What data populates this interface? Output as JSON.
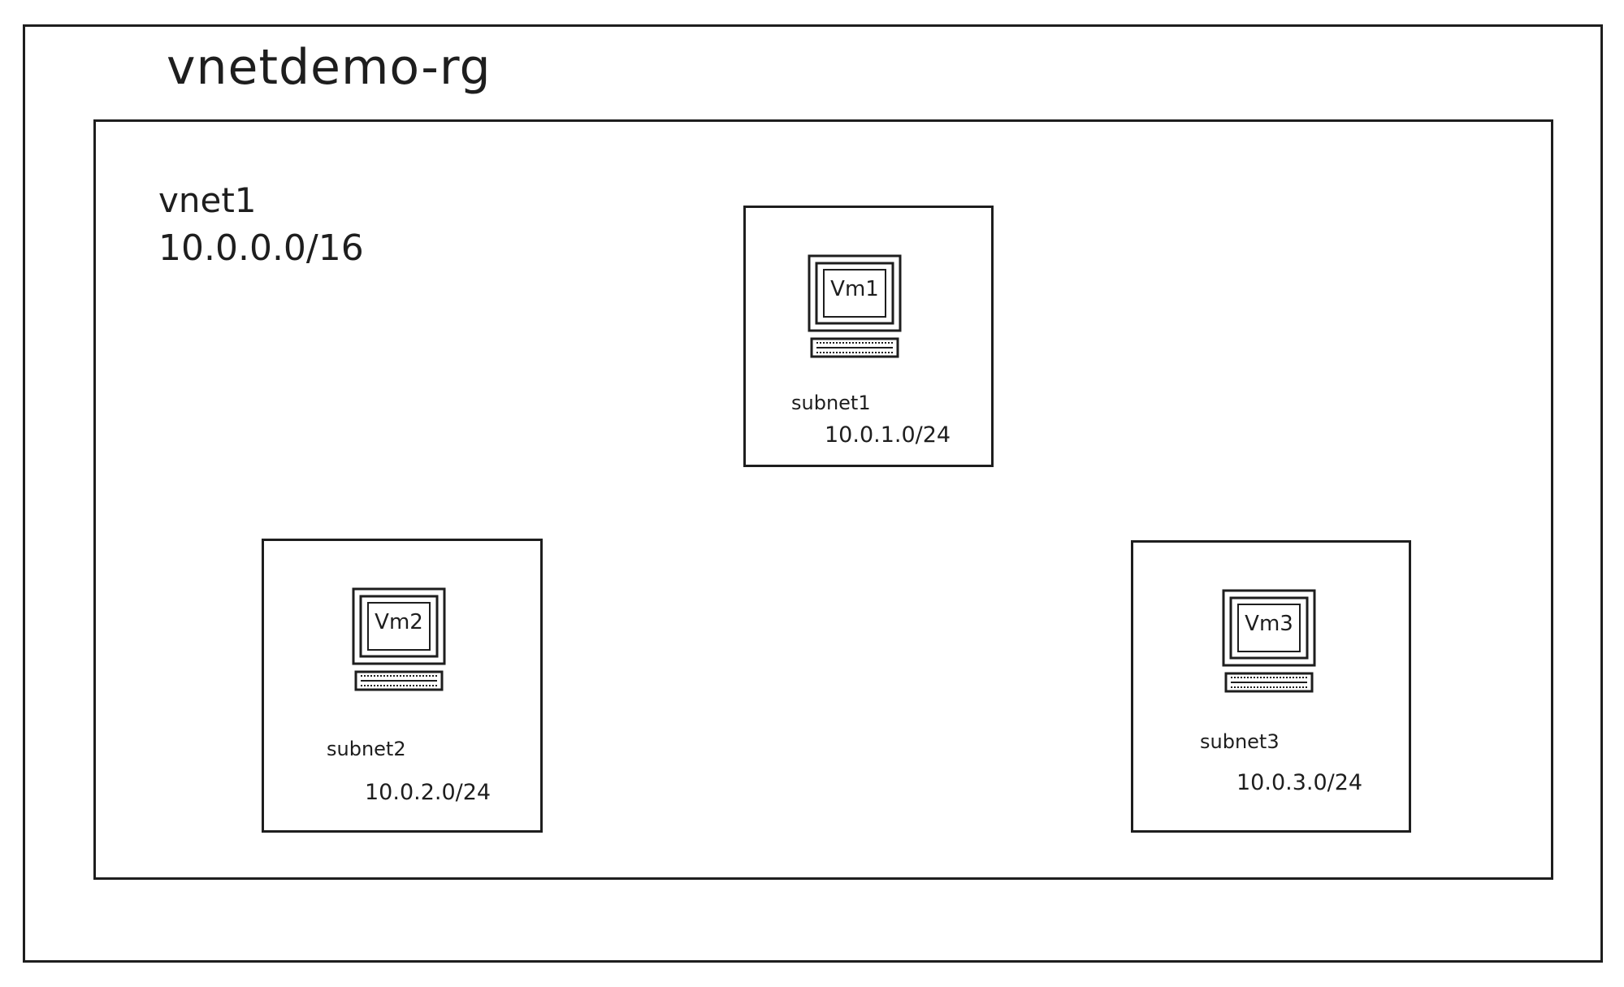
{
  "resource_group": {
    "name": "vnetdemo-rg"
  },
  "vnet": {
    "name": "vnet1",
    "cidr": "10.0.0.0/16"
  },
  "subnets": [
    {
      "name": "subnet1",
      "cidr": "10.0.1.0/24",
      "vm_label": "Vm1",
      "vm_icon": "computer-icon"
    },
    {
      "name": "subnet2",
      "cidr": "10.0.2.0/24",
      "vm_label": "Vm2",
      "vm_icon": "computer-icon"
    },
    {
      "name": "subnet3",
      "cidr": "10.0.3.0/24",
      "vm_label": "Vm3",
      "vm_icon": "computer-icon"
    }
  ],
  "colors": {
    "stroke": "#1e1e1e",
    "background": "#ffffff"
  }
}
